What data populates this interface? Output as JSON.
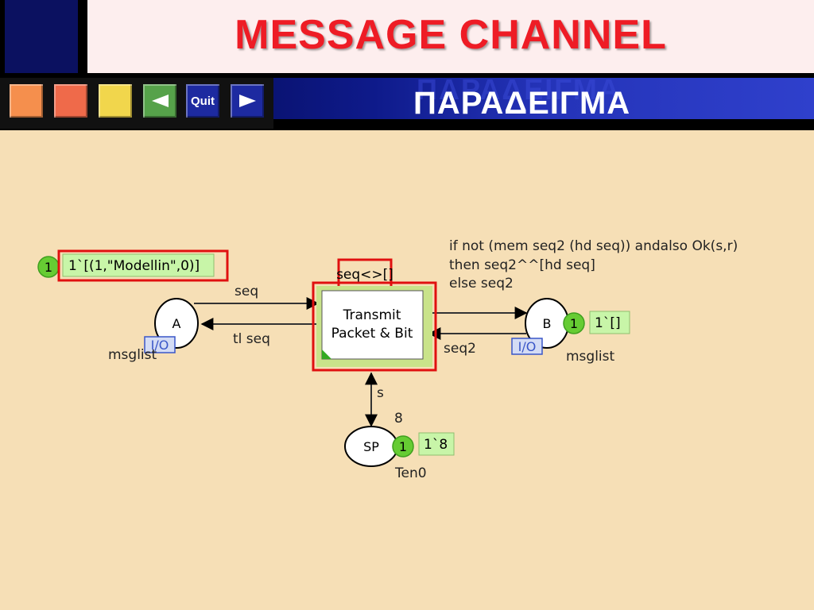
{
  "slide": {
    "title": "MESSAGE  CHANNEL",
    "subtitle": "ΠΑΡΑΔΕΙΓΜΑ"
  },
  "nav": {
    "quit_label": "Quit",
    "prev_icon": "left-triangle-icon",
    "next_icon": "right-triangle-icon"
  },
  "colors": {
    "title": "#ee1c25",
    "background": "#f6dfb6",
    "token_green": "#66cc33",
    "marking_bg": "#c8f5a8",
    "highlight_red": "#e01010",
    "io_blue": "#3a56c8"
  },
  "diagram": {
    "places": {
      "A": {
        "label": "A",
        "type": "msglist",
        "io": "I/O",
        "token_count": "1",
        "marking": "1`[(1,\"Modellin\",0)]"
      },
      "B": {
        "label": "B",
        "type": "msglist",
        "io": "I/O",
        "token_count": "1",
        "marking": "1`[]"
      },
      "SP": {
        "label": "SP",
        "type": "Ten0",
        "initial": "8",
        "token_count": "1",
        "marking": "1`8"
      }
    },
    "transition": {
      "line1": "Transmit",
      "line2": "Packet & Bit",
      "guard": "seq<>[]"
    },
    "arcs": {
      "a_to_t": "seq",
      "t_to_a": "tl seq",
      "b_to_t": "seq2",
      "sp_t": "s"
    },
    "expression": [
      "if not (mem seq2 (hd seq)) andalso Ok(s,r)",
      "then seq2^^[hd seq]",
      "else seq2"
    ]
  }
}
